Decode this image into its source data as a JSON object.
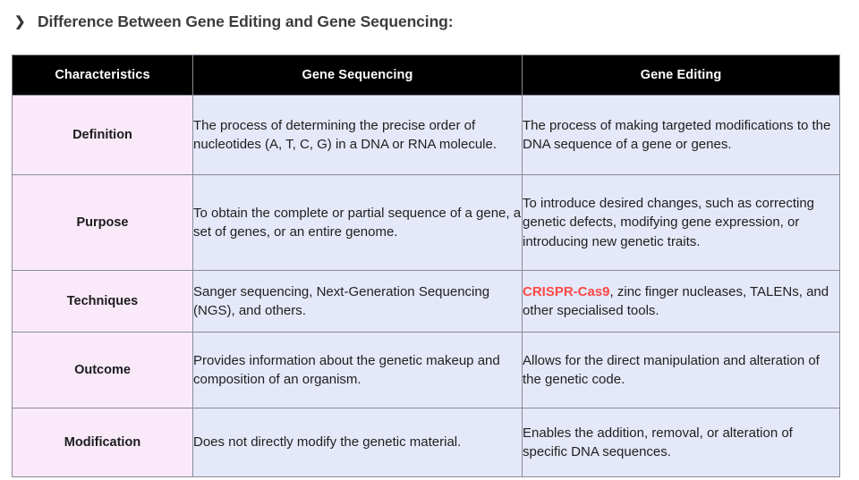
{
  "heading": {
    "bullet_icon": "chevron-right-icon",
    "text": "Difference Between Gene Editing and Gene Sequencing:"
  },
  "colors": {
    "header_bg": "#000000",
    "header_text": "#ffffff",
    "characteristics_col_bg": "#fae9f9",
    "content_col_bg": "#e5e8f8",
    "border": "#8a8a95",
    "highlight_red": "#fb4a46",
    "heading_text": "#3c3c3c",
    "body_text": "#1f1f1f"
  },
  "table": {
    "columns": [
      "Characteristics",
      "Gene Sequencing",
      "Gene Editing"
    ],
    "rows": [
      {
        "characteristic": "Definition",
        "gene_sequencing": "The process of determining the precise order of nucleotides (A, T, C, G) in a DNA or RNA molecule.",
        "gene_editing": "The process of making targeted modifications to the DNA sequence of a gene or genes."
      },
      {
        "characteristic": "Purpose",
        "gene_sequencing": "To obtain the complete or partial sequence of a gene, a set of genes, or an entire genome.",
        "gene_editing": "To introduce desired changes, such as correcting genetic defects, modifying gene expression, or introducing new genetic traits."
      },
      {
        "characteristic": "Techniques",
        "gene_sequencing": "Sanger sequencing, Next-Generation Sequencing (NGS), and others.",
        "gene_editing_highlight": "CRISPR-Cas9",
        "gene_editing_rest": ", zinc finger nucleases, TALENs, and other specialised tools."
      },
      {
        "characteristic": "Outcome",
        "gene_sequencing": "Provides information about the genetic makeup and composition of an organism.",
        "gene_editing": "Allows for the direct manipulation and alteration of the genetic code."
      },
      {
        "characteristic": "Modification",
        "gene_sequencing": "Does not directly modify the genetic material.",
        "gene_editing": "Enables the addition, removal, or alteration of specific DNA sequences."
      }
    ]
  }
}
